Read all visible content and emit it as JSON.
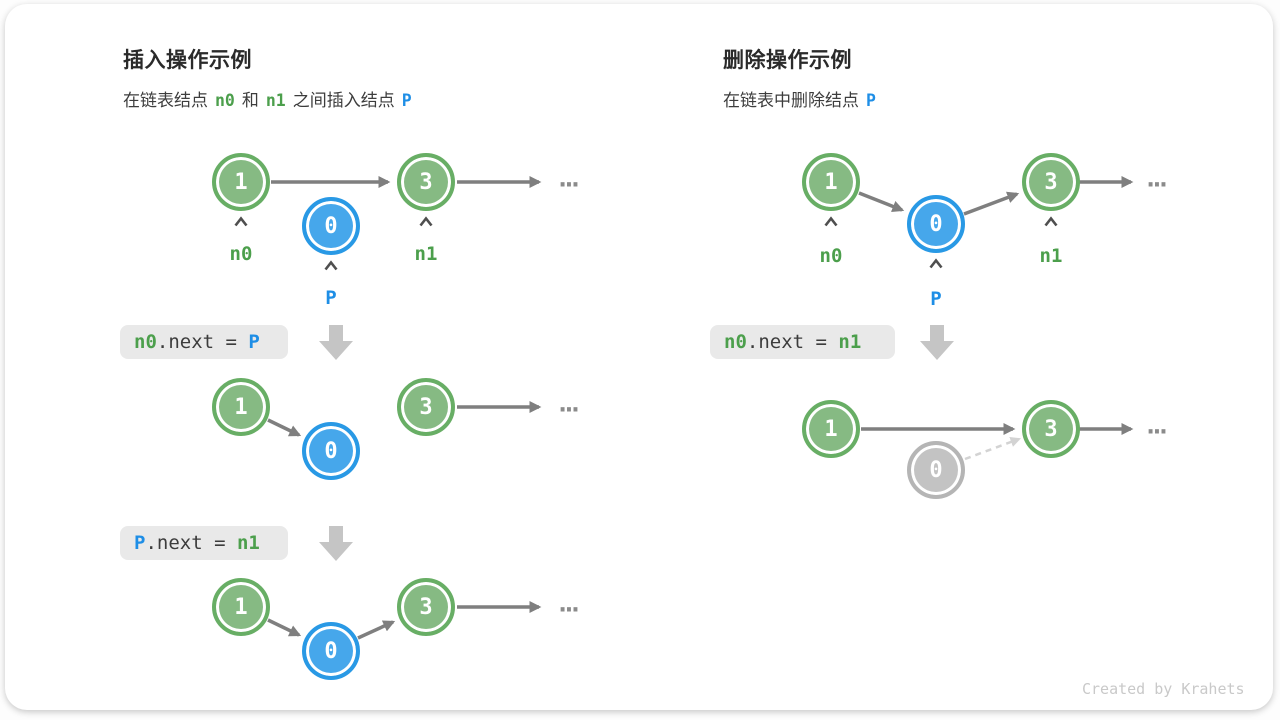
{
  "credit": "Created by Krahets",
  "ellipsis": "...",
  "colors": {
    "node_green_fill": "#86ba83",
    "node_green_ring": "#68ae65",
    "node_blue_fill": "#46a7eb",
    "node_blue_ring": "#2999e5",
    "node_gray_fill": "#c3c3c3",
    "node_gray_ring": "#b5b5b5",
    "label_green": "#4c9f4c",
    "label_blue": "#1e8ee6",
    "arrow_gray": "#7f7f7f",
    "block_arrow_gray": "#c5c5c5",
    "codebox_bg": "#e9e9e9",
    "dashed_gray": "#d3d3d3"
  },
  "insert": {
    "title": "插入操作示例",
    "subtitle": [
      "在链表结点",
      "n0",
      "和",
      "n1",
      "之间插入结点",
      "P"
    ],
    "labels": {
      "n0": "n0",
      "n1": "n1",
      "p": "P"
    },
    "rows": {
      "row1": {
        "n1": "1",
        "p": "0",
        "n3": "3"
      },
      "row2": {
        "n1": "1",
        "p": "0",
        "n3": "3"
      },
      "row3": {
        "n1": "1",
        "p": "0",
        "n3": "3"
      }
    },
    "code1": {
      "lhs": "n0",
      "mid": ".next = ",
      "rhs": "P"
    },
    "code2": {
      "lhs": "P",
      "mid": ".next = ",
      "rhs": "n1"
    }
  },
  "delete": {
    "title": "删除操作示例",
    "subtitle": [
      "在链表中删除结点",
      "P"
    ],
    "labels": {
      "n0": "n0",
      "n1": "n1",
      "p": "P"
    },
    "rows": {
      "row1": {
        "n1": "1",
        "p": "0",
        "n3": "3"
      },
      "row2": {
        "n1": "1",
        "p": "0",
        "n3": "3"
      }
    },
    "code1": {
      "lhs": "n0",
      "mid": ".next = ",
      "rhs": "n1"
    }
  }
}
